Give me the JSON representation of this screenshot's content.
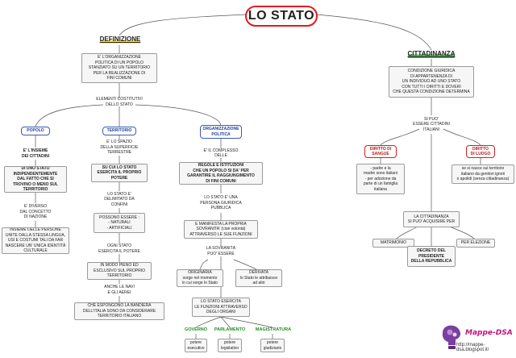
{
  "title": "LO STATO",
  "left_header": "DEFINIZIONE",
  "right_header": "CITTADINANZA",
  "definition": "E' L'ORGANIZZAZIONE\nPOLITICA DI UN POPOLO\nSTANZIATO SU UN TERRITORIO\nPER LA REALIZZAZIONE DI\nFINI COMUNI",
  "elements_label": "ELEMENTI COSTITUTIVI\nDELLO STATO",
  "popolo": {
    "label": "POPOLO",
    "def": "E' L'INSIEME\nDEI CITTADINI",
    "def2": "DI UNO STATO\nINDIPENDENTEMENTE\nDAL FATTO CHE SI\nTROVINO O MENO SUL\nTERRITORIO",
    "diverso": "E' DIVERSO\nDAL CONCETTO\nDI NAZIONE",
    "nazione": "INSIEME DELLE PERSONE\nUNITE DALLA STESSA LINGUA,\nUSI E COSTUMI TALI DA FAR\nNASCERE UN' UNICA IDENTITÀ\nCULTURALE"
  },
  "territorio": {
    "label": "TERRITORIO",
    "def": "E' LO SPAZIO\nDELLA SUPERFICIE\nTERRESTRE",
    "def2": "SU CUI LO STATO\nESERCITA IL PROPRIO\nPOTERE",
    "confini": "LO STATO E'\nDELIMITATO DA\nCONFINI",
    "tipi": "POSSONO ESSERE :\n- NATURALI\n- ARTIFICIALI",
    "ogni": "OGNI STATO\nESERCITA IL POTERE",
    "modo": "IN MODO PIENO ED\nESCLUSIVO SUL PROPRIO\nTERRITORIO",
    "navi": "ANCHE LE NAVI\nE GLI AEREI",
    "bandiera": "CHE ESPONGONO LA BANDIERA\nDELL'ITALIA SONO DA CONSIDERARE\nTERRITORIO ITALIANO"
  },
  "organizzazione": {
    "label": "ORGANIZZAZIONE\nPOLITICA",
    "complesso": "E' IL COMPLESSO\nDELLE",
    "regole": "REGOLE E ISTITUZIONI\nCHE UN POPOLO SI DA' PER\nGARANTIRE IL RAGGIUNGIMENTO\nDI FINI COMUNI",
    "persona": "LO STATO E' UNA\nPERSONA GIURIDICA\nPUBBLICA",
    "sovranita": "E MANIFESTA LA PROPRIA\nSOVRANITA' (cioè volontà)\nATTRAVERSO LE SUE FUNZIONI",
    "puo": "LA SOVRANITÀ\nPUO' ESSERE",
    "originaria": "ORIGINARIA\nsorge nel momento\nin cui sorge lo Stato",
    "derivata": "DERIVATA\nlo Stato le attribuisce\nad altri",
    "funzioni": "LO STATO ESERCITA\nLE FUNZIONI ATTRAVERSO\nDEGLI ORGANI",
    "governo": "GOVERNO",
    "parlamento": "PARLAMENTO",
    "magistratura": "MAGISTRATURA",
    "esecutivo": "potere\nesecutivo",
    "legislativo": "potere\nlegislativo",
    "giudiziario": "potere\ngiudiziario"
  },
  "cittadinanza": {
    "def": "CONDIZIONE GIURIDICA\nDI APPARTENENZA DI\nUN INDIVIDUO AD UNO STATO\nCON TUTTI I DIRITTI E DOVERI\nCHE QUESTA CONDIZIONE DETERMINA",
    "puo": "SI PUO'\nESSERE CITTADINI\nITALIANI",
    "sangue": "DIRITTO DI\nSANGUE",
    "luogo": "DIRITTO\nDI LUOGO",
    "sangue_text": "- padre e la\nmadre sono italiani\n- per adozione da\nparte di un famiglia\nitaliana",
    "luogo_text": "se si nasce sul territorio\nitaliano da genitori ignoti\no apolidi (senza cittadinanza)",
    "acquisire": "LA CITTADINANZA\nSI PUO' ACQUISIRE PER",
    "matrimonio": "MATRIMONIO",
    "elezione": "PER ELEZIONE",
    "decreto": "DECRETO DEL\nPRESIDENTE\nDELLA REPUBBLICA"
  },
  "logo": {
    "name": "Mappe-DSA",
    "url": "http://mappe-dsa.blogspot.it/"
  },
  "colors": {
    "title_border": "#e21b1b",
    "blue": "#3b5bb5",
    "red": "#d42020",
    "green": "#1f8f1f",
    "logo": "#c1147a"
  }
}
